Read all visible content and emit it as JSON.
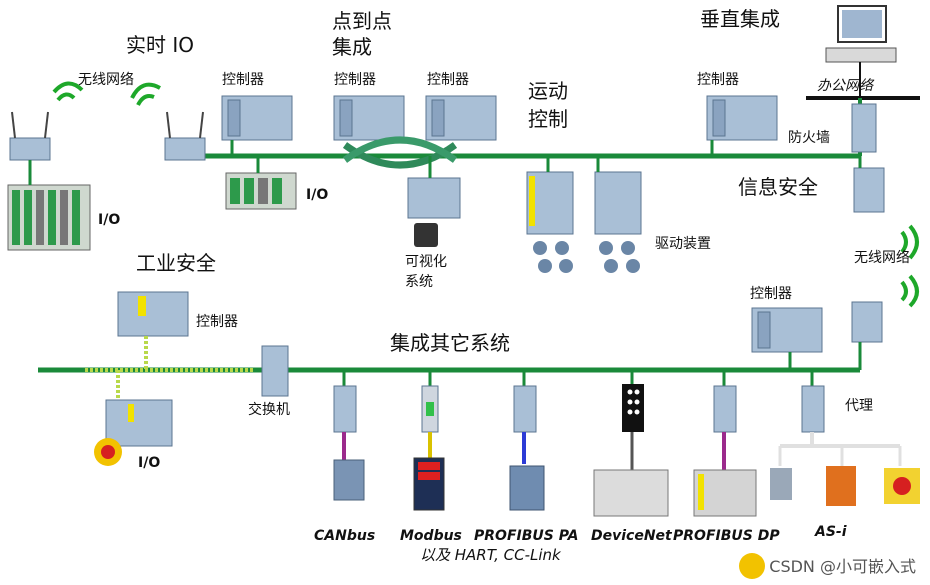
{
  "labels": {
    "realtime_io": "实时 IO",
    "p2p_line1": "点到点",
    "p2p_line2": "集成",
    "vertical": "垂直集成",
    "wireless_top": "无线网络",
    "controller_1": "控制器",
    "controller_2": "控制器",
    "controller_3": "控制器",
    "controller_4": "控制器",
    "motion_line1": "运动",
    "motion_line2": "控制",
    "office_net": "办公网络",
    "firewall": "防火墙",
    "security": "信息安全",
    "io_left": "I/O",
    "io_mid": "I/O",
    "hmi_line1": "可视化",
    "hmi_line2": "系统",
    "drives": "驱动装置",
    "wireless_right": "无线网络",
    "industrial_safety": "工业安全",
    "controller_safety": "控制器",
    "controller_bottom_right": "控制器",
    "integrate_other": "集成其它系统",
    "switch": "交换机",
    "proxy": "代理",
    "io_safety": "I/O",
    "canbus": "CANbus",
    "modbus": "Modbus",
    "profibus_pa": "PROFIBUS PA",
    "devicenet": "DeviceNet",
    "profibus_dp": "PROFIBUS DP",
    "asi": "AS-i",
    "hart": "以及 HART, CC-Link",
    "watermark": "CSDN @小可嵌入式"
  },
  "colors": {
    "bus": "#1a8a3a",
    "plc": "#a9bfd6",
    "wireless": "#1ea82a",
    "canbus_line": "#9b2a8c",
    "modbus_line": "#d9c200",
    "pa_line": "#2c3bd6",
    "devicenet_line": "#555555",
    "dp_line": "#9b2a8c",
    "asi_line": "#e0e0e0"
  }
}
